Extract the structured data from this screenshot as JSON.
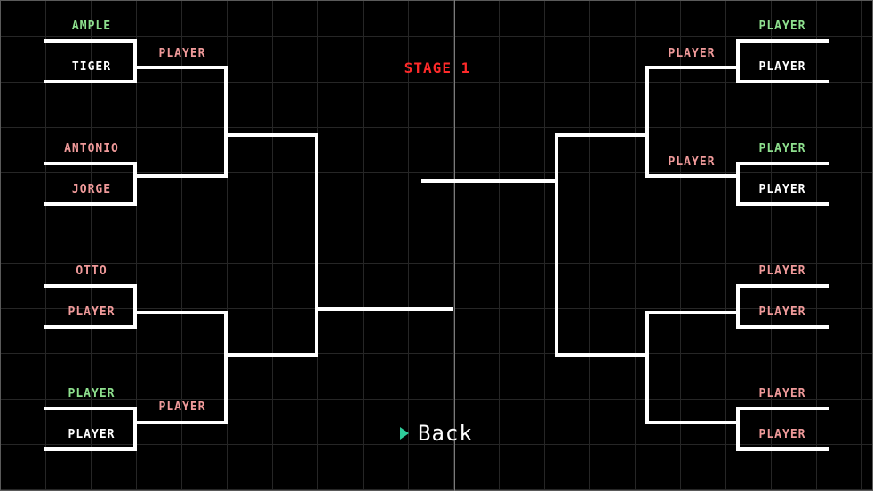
{
  "stage_title": "STAGE 1",
  "back": {
    "label": "Back",
    "icon": "play-arrow-icon"
  },
  "colors": {
    "green": "#8ee08e",
    "pink": "#f09a9a",
    "white": "#ffffff",
    "red": "#ff2a2a",
    "accent": "#2ecc9a"
  },
  "left": {
    "round1": [
      {
        "top": {
          "name": "AMPLE",
          "color": "green"
        },
        "bottom": {
          "name": "TIGER",
          "color": "white"
        }
      },
      {
        "top": {
          "name": "ANTONIO",
          "color": "pink"
        },
        "bottom": {
          "name": "JORGE",
          "color": "pink"
        }
      },
      {
        "top": {
          "name": "OTTO",
          "color": "pink"
        },
        "bottom": {
          "name": "PLAYER",
          "color": "pink"
        }
      },
      {
        "top": {
          "name": "PLAYER",
          "color": "green"
        },
        "bottom": {
          "name": "PLAYER",
          "color": "white"
        }
      }
    ],
    "round2": [
      {
        "name": "PLAYER",
        "color": "pink"
      },
      {
        "name": "PLAYER",
        "color": "pink"
      }
    ]
  },
  "right": {
    "round1": [
      {
        "top": {
          "name": "PLAYER",
          "color": "green"
        },
        "bottom": {
          "name": "PLAYER",
          "color": "white"
        }
      },
      {
        "top": {
          "name": "PLAYER",
          "color": "green"
        },
        "bottom": {
          "name": "PLAYER",
          "color": "white"
        }
      },
      {
        "top": {
          "name": "PLAYER",
          "color": "pink"
        },
        "bottom": {
          "name": "PLAYER",
          "color": "pink"
        }
      },
      {
        "top": {
          "name": "PLAYER",
          "color": "pink"
        },
        "bottom": {
          "name": "PLAYER",
          "color": "pink"
        }
      }
    ],
    "round2": [
      {
        "name": "PLAYER",
        "color": "pink"
      },
      {
        "name": "PLAYER",
        "color": "pink"
      }
    ]
  }
}
